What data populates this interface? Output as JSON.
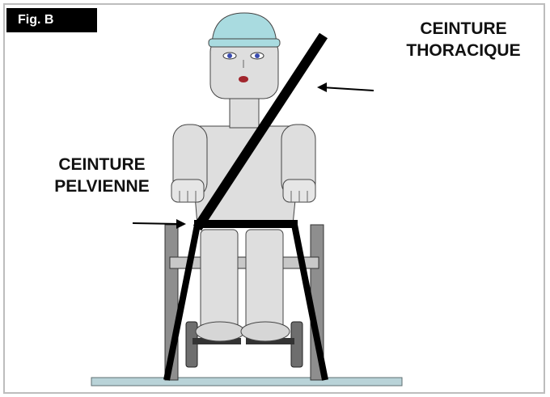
{
  "figure": {
    "label": "Fig. B",
    "callouts": {
      "thoracic": {
        "line1": "CEINTURE",
        "line2": "THORACIQUE"
      },
      "pelvic": {
        "line1": "CEINTURE",
        "line2": "PELVIENNE"
      }
    }
  },
  "colors": {
    "belt": "#000000",
    "cap": "#a9dbe0",
    "body": "#dedede",
    "wheelchair": "#8e8e8e",
    "floor": "#b9d3d8"
  },
  "icons": {
    "occupant": "seated-person",
    "chair": "wheelchair",
    "arrows": "arrow-left"
  }
}
